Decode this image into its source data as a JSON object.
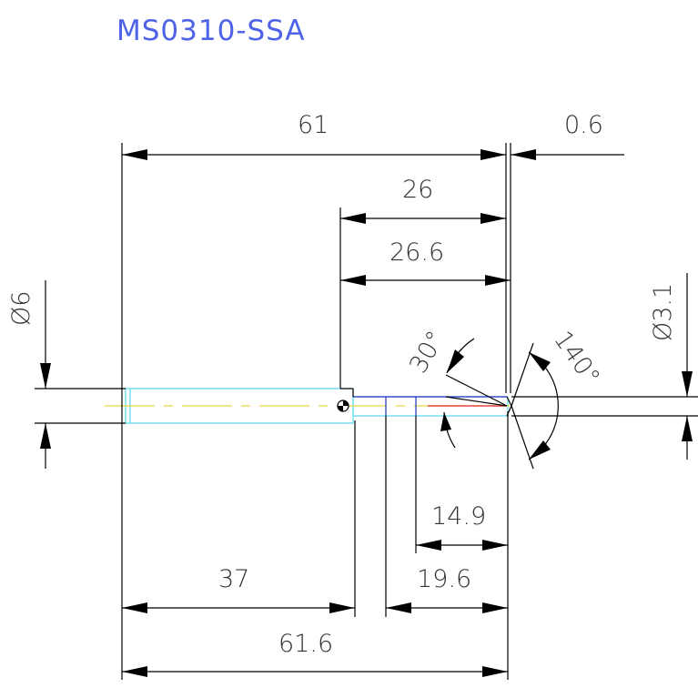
{
  "drawing": {
    "part_number": "MS0310-SSA",
    "dimensions": {
      "overall_length": "61",
      "tip_length": "0.6",
      "flute_length": "26",
      "flute_length_total": "26.6",
      "shank_length": "37",
      "total_length": "61.6",
      "neck_length_short": "14.9",
      "neck_length_long": "19.6",
      "shank_diameter": "Ø6",
      "cutting_diameter": "Ø3.1",
      "helix_angle": "30°",
      "point_angle": "140°"
    },
    "colors": {
      "title": "#4f63e8",
      "outline": "#000000",
      "hidden_edge": "#58d8ee",
      "centerline": "#e8d640",
      "cut_edge": "#e02020",
      "neck_edge": "#2030c0"
    }
  }
}
